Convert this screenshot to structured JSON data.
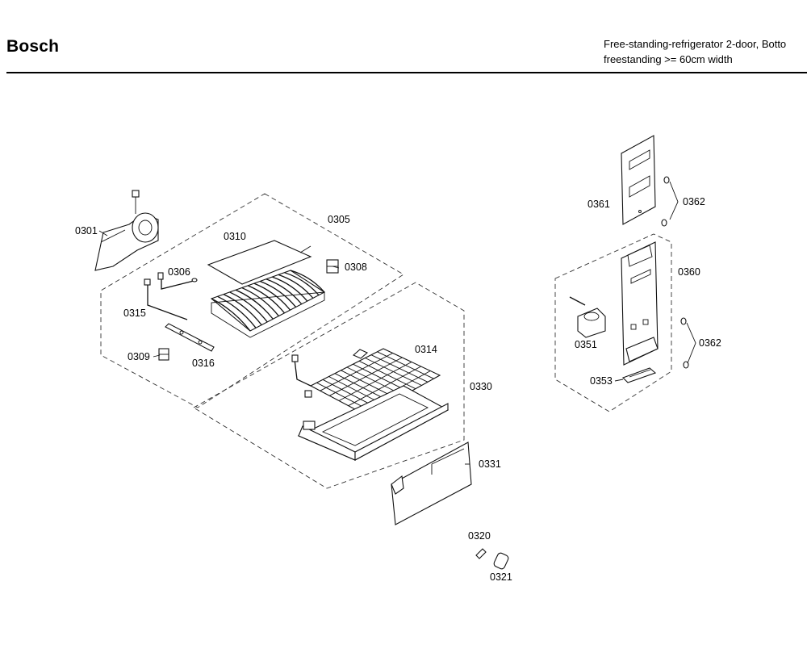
{
  "header": {
    "brand": "Bosch",
    "description_line1": "Free-standing-refrigerator 2-door, Botto",
    "description_line2": "freestanding >= 60cm width"
  },
  "part_labels": {
    "p0301": "0301",
    "p0305": "0305",
    "p0306": "0306",
    "p0308": "0308",
    "p0309": "0309",
    "p0310": "0310",
    "p0314": "0314",
    "p0315": "0315",
    "p0316": "0316",
    "p0320": "0320",
    "p0321": "0321",
    "p0330": "0330",
    "p0331": "0331",
    "p0351": "0351",
    "p0353": "0353",
    "p0360": "0360",
    "p0361": "0361",
    "p0362a": "0362",
    "p0362b": "0362"
  }
}
